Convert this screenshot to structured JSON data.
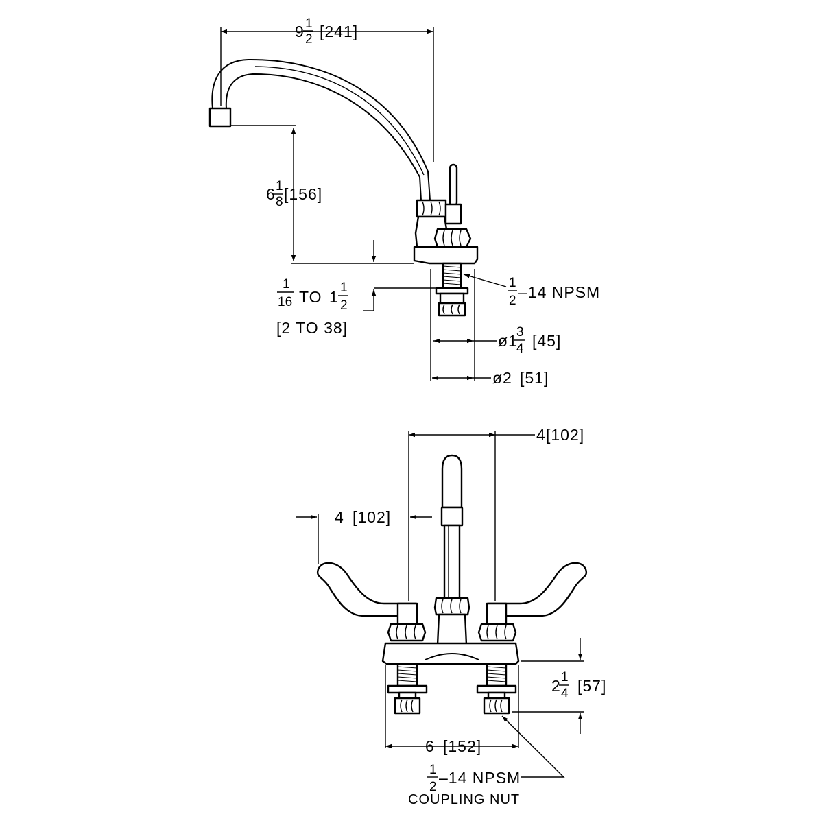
{
  "colors": {
    "line": "#000000",
    "background": "#ffffff"
  },
  "side_view": {
    "spout_reach": {
      "whole": "9",
      "num": "1",
      "den": "2",
      "metric": "[241]"
    },
    "spout_height": {
      "whole": "6",
      "num": "1",
      "den": "8",
      "metric": "[156]"
    },
    "deck_thickness": {
      "num1": "1",
      "den1": "16",
      "to": "TO",
      "whole2": "1",
      "num2": "1",
      "den2": "2",
      "metric": "[2 TO 38]"
    },
    "shank_thread": {
      "num": "1",
      "den": "2",
      "text": "–14 NPSM"
    },
    "diameter_inner": {
      "prefix": "ø1",
      "num": "3",
      "den": "4",
      "metric": "[45]"
    },
    "diameter_outer": {
      "text": "ø2",
      "metric": "[51]"
    }
  },
  "front_view": {
    "handle_center": {
      "text": "4",
      "metric": "[102]"
    },
    "spout_center": {
      "text": "4",
      "metric": "[102]"
    },
    "center_spread": {
      "text": "6",
      "metric": "[152]"
    },
    "shank_length": {
      "whole": "2",
      "num": "1",
      "den": "4",
      "metric": "[57]"
    },
    "coupling_thread": {
      "num": "1",
      "den": "2",
      "text": "–14 NPSM",
      "label": "COUPLING NUT"
    }
  }
}
